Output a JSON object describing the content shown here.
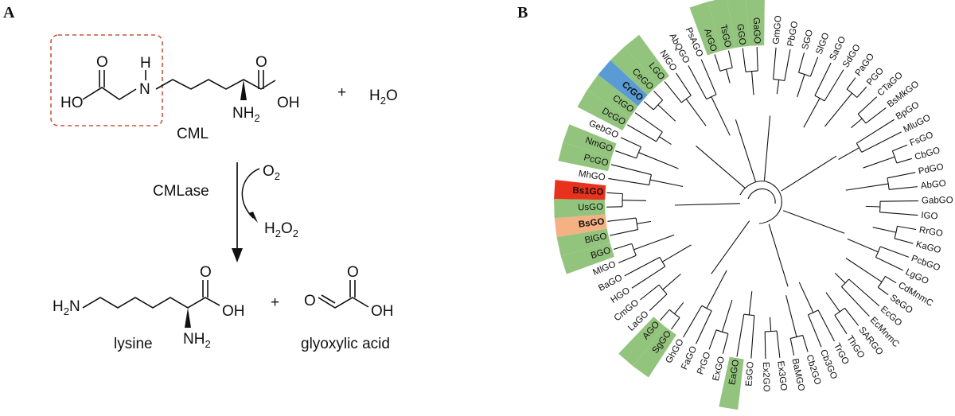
{
  "panels": {
    "a": "A",
    "b": "B"
  },
  "reaction": {
    "substrate_label": "CML",
    "water": "H2O",
    "plus": "+",
    "enzyme": "CMLase",
    "o2": "O2",
    "h2o2": "H2O2",
    "product1_label": "lysine",
    "product2_label": "glyoxylic acid",
    "atoms": {
      "HO": "HO",
      "OH": "OH",
      "O": "O",
      "H": "H",
      "N": "N",
      "NH2": "NH2",
      "H2N": "H2N"
    },
    "highlight_color": "#c8553d"
  },
  "tree": {
    "colors": {
      "green": "#93c47d",
      "blue": "#5b9bd5",
      "red": "#e8321e",
      "orange": "#f4b183"
    },
    "leaves": [
      {
        "label": "GmGO"
      },
      {
        "label": "PbGO"
      },
      {
        "label": "SGO"
      },
      {
        "label": "SlGO"
      },
      {
        "label": "SaGO"
      },
      {
        "label": "SdGO"
      },
      {
        "label": "PaGO"
      },
      {
        "label": "PGO"
      },
      {
        "label": "CTaGO"
      },
      {
        "label": "BsMkGO"
      },
      {
        "label": "BpGO"
      },
      {
        "label": "MluGO"
      },
      {
        "label": "FsGO"
      },
      {
        "label": "CbGO"
      },
      {
        "label": "PdGO"
      },
      {
        "label": "AbGO"
      },
      {
        "label": "GabGO"
      },
      {
        "label": "IGO"
      },
      {
        "label": "RrGO"
      },
      {
        "label": "KaGO"
      },
      {
        "label": "PcbGO"
      },
      {
        "label": "LgGO"
      },
      {
        "label": "CdMnmC"
      },
      {
        "label": "SeGO"
      },
      {
        "label": "EcGO"
      },
      {
        "label": "EcMnmC"
      },
      {
        "label": "SARGO"
      },
      {
        "label": "ThGO"
      },
      {
        "label": "TrGO"
      },
      {
        "label": "Cb3GO"
      },
      {
        "label": "Cb2GO"
      },
      {
        "label": "BaMGO"
      },
      {
        "label": "Ex3GO"
      },
      {
        "label": "Ex2GO"
      },
      {
        "label": "EsGO"
      },
      {
        "label": "EaGO",
        "hl": "green"
      },
      {
        "label": "ExGO"
      },
      {
        "label": "PrGO"
      },
      {
        "label": "FaGO"
      },
      {
        "label": "GhGO"
      },
      {
        "label": "SgGO",
        "hl": "green"
      },
      {
        "label": "AGO",
        "hl": "green"
      },
      {
        "label": "LaGO"
      },
      {
        "label": "CmGO"
      },
      {
        "label": "HGO"
      },
      {
        "label": "BaGO"
      },
      {
        "label": "MlGO"
      },
      {
        "label": "BGO",
        "hl": "green"
      },
      {
        "label": "BlGO",
        "hl": "green"
      },
      {
        "label": "BsGO",
        "hl": "orange",
        "bold": true
      },
      {
        "label": "UsGO",
        "hl": "green"
      },
      {
        "label": "Bs1GO",
        "hl": "red",
        "bold": true
      },
      {
        "label": "MhGO"
      },
      {
        "label": "PcGO",
        "hl": "green"
      },
      {
        "label": "NmGO",
        "hl": "green"
      },
      {
        "label": "GebGO"
      },
      {
        "label": "DcGO",
        "hl": "green"
      },
      {
        "label": "CtGO",
        "hl": "green"
      },
      {
        "label": "CrGO",
        "hl": "blue",
        "bold": true
      },
      {
        "label": "CeGO",
        "hl": "green"
      },
      {
        "label": "LGO",
        "hl": "green"
      },
      {
        "label": "NlGO"
      },
      {
        "label": "AbQGO"
      },
      {
        "label": "PsAGO"
      },
      {
        "label": "ArGO",
        "hl": "green"
      },
      {
        "label": "TsGO",
        "hl": "green"
      },
      {
        "label": "GGO",
        "hl": "green"
      },
      {
        "label": "GaGO",
        "hl": "green"
      }
    ]
  }
}
